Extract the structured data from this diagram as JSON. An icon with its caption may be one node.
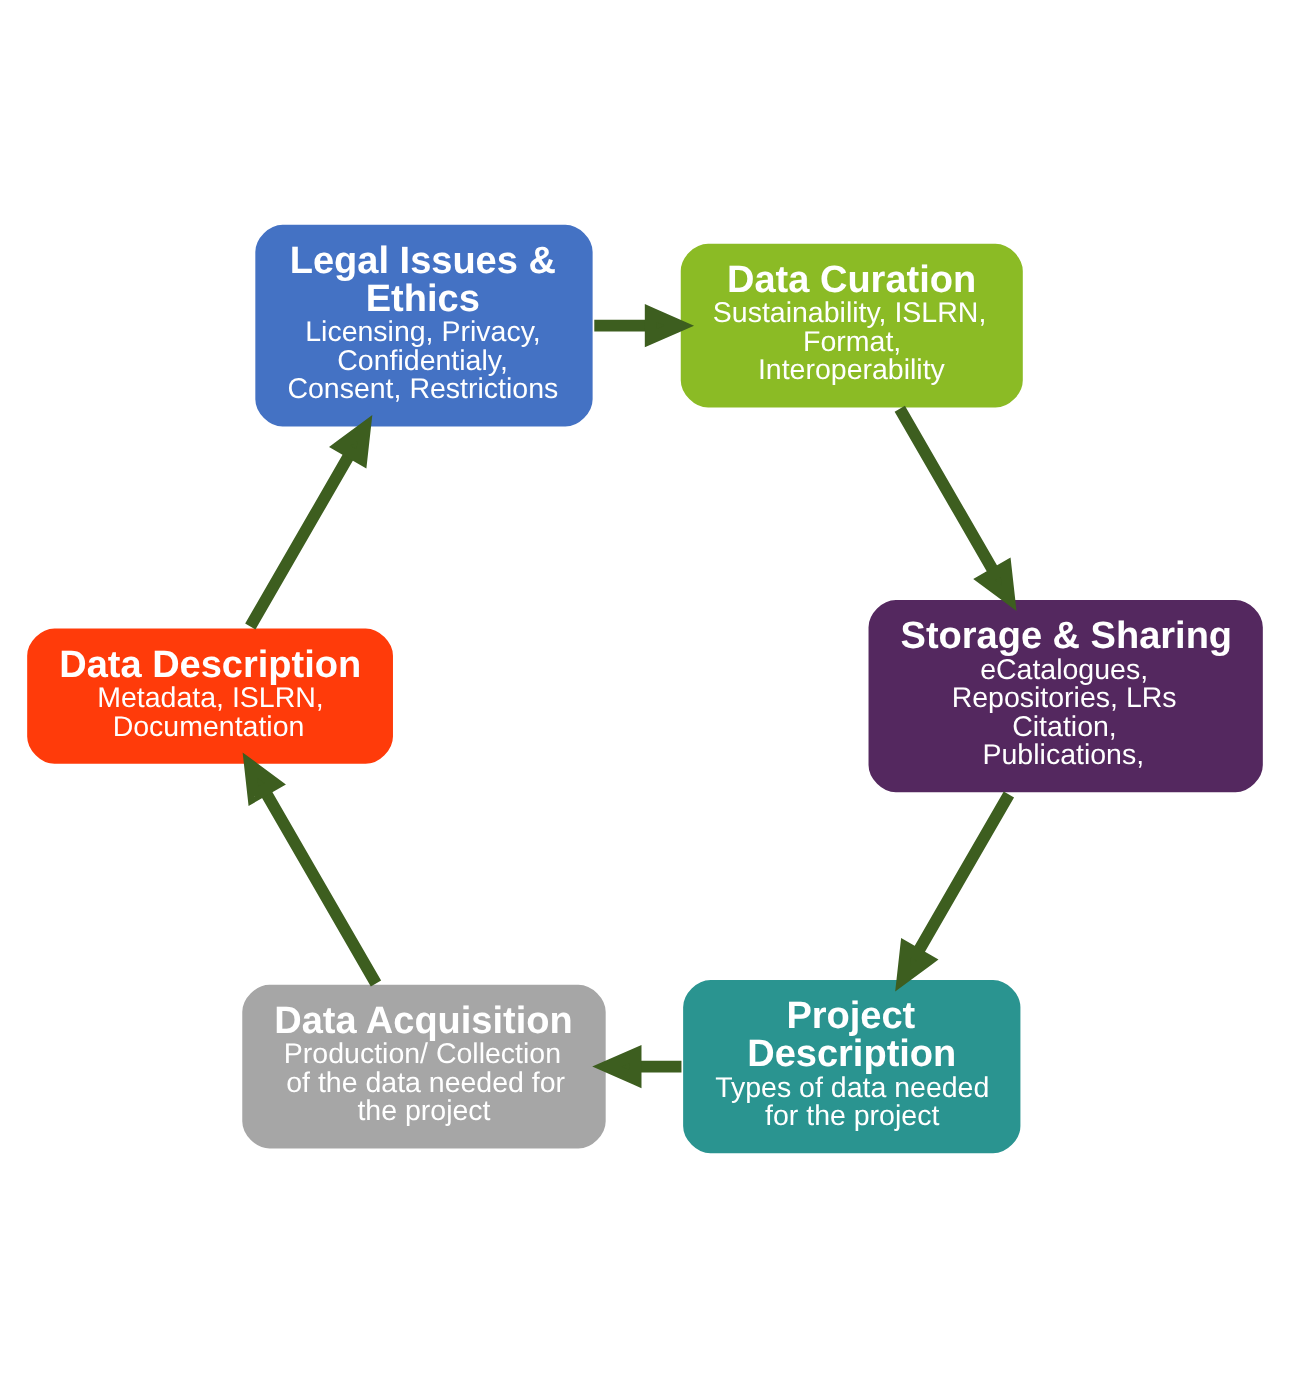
{
  "diagram": {
    "nodes": [
      {
        "text": [
          "Project Description",
          "Types of data needed for the project"
        ]
      },
      {
        "text": [
          "Data Acquisition",
          "Production/ Collection of the data needed for the project"
        ]
      },
      {
        "text": [
          "Data Description",
          "Metadata, ISLRN, Documentation"
        ]
      },
      {
        "text": [
          "Legal Issues & Ethics",
          "Licensing, Privacy, Confidentialy, Consent, Restrictions"
        ]
      },
      {
        "text": [
          "Data Curation",
          "Sustainability, ISLRN, Format, Interoperability"
        ]
      },
      {
        "text": [
          "Storage & Sharing",
          "eCatalogues, Repositories, LRs Citation, Publications,"
        ]
      }
    ],
    "edges": [
      {
        "from": 0,
        "to": 1,
        "arrow": "to"
      },
      {
        "from": 1,
        "to": 2,
        "arrow": "to"
      },
      {
        "from": 2,
        "to": 3,
        "arrow": "to"
      },
      {
        "from": 3,
        "to": 4,
        "arrow": "to"
      },
      {
        "from": 4,
        "to": 5,
        "arrow": "to"
      },
      {
        "from": 5,
        "to": 0,
        "arrow": "to"
      }
    ]
  }
}
